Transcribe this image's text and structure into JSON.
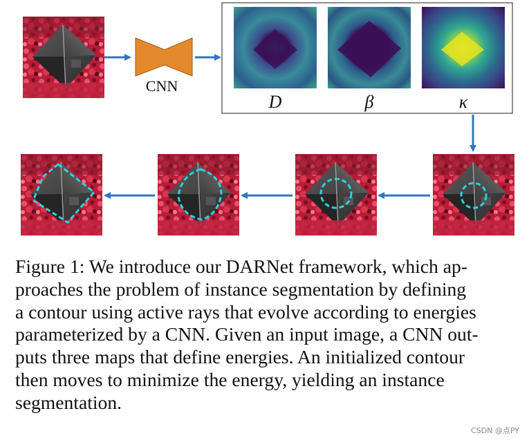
{
  "figure": {
    "network_label": "CNN",
    "output_maps": [
      {
        "symbol": "D",
        "name": "D"
      },
      {
        "symbol": "β",
        "name": "beta"
      },
      {
        "symbol": "κ",
        "name": "kappa"
      }
    ],
    "colors": {
      "arrow": "#2f76c3",
      "cnn": "#e58a2c",
      "contour": "#2fd0e0",
      "map_dark": "#3b0f55",
      "map_mid": "#2c6f8e",
      "map_light": "#4fbf8f",
      "map_peak": "#e4e422"
    }
  },
  "caption": {
    "text": "Figure 1: We introduce our DARNet framework, which approaches the problem of instance segmentation by defining a contour using active rays that evolve according to energies parameterized by a CNN. Given an input image, a CNN outputs three maps that define energies. An initialized contour then moves to minimize the energy, yielding an instance segmentation.",
    "lines": [
      "Figure 1: We introduce our DARNet framework, which ap-",
      "proaches the problem of instance segmentation by defining",
      "a contour using active rays that evolve according to energies",
      "parameterized by a CNN. Given an input image, a CNN out-",
      "puts three maps that define energies. An initialized contour",
      "then moves to minimize the energy, yielding an instance",
      "segmentation."
    ]
  },
  "watermark": "CSDN @点PY"
}
